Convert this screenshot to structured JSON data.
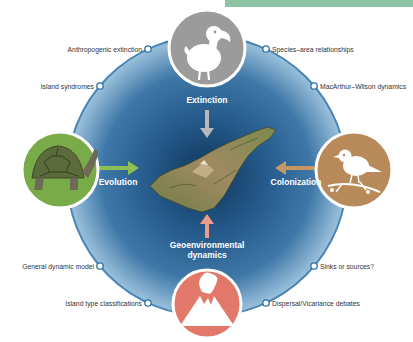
{
  "diagram": {
    "labels": [
      "Anthropogenic extinction",
      "Species–area relationships",
      "Island syndromes",
      "MacArthur–Wilson dynamics",
      "Extinction",
      "Evolution",
      "Colonization",
      "Geoenvironmental dynamics",
      "General dynamic model",
      "Sinks or sources?",
      "Island type classifications",
      "Dispersal/Vicariance debates"
    ]
  }
}
